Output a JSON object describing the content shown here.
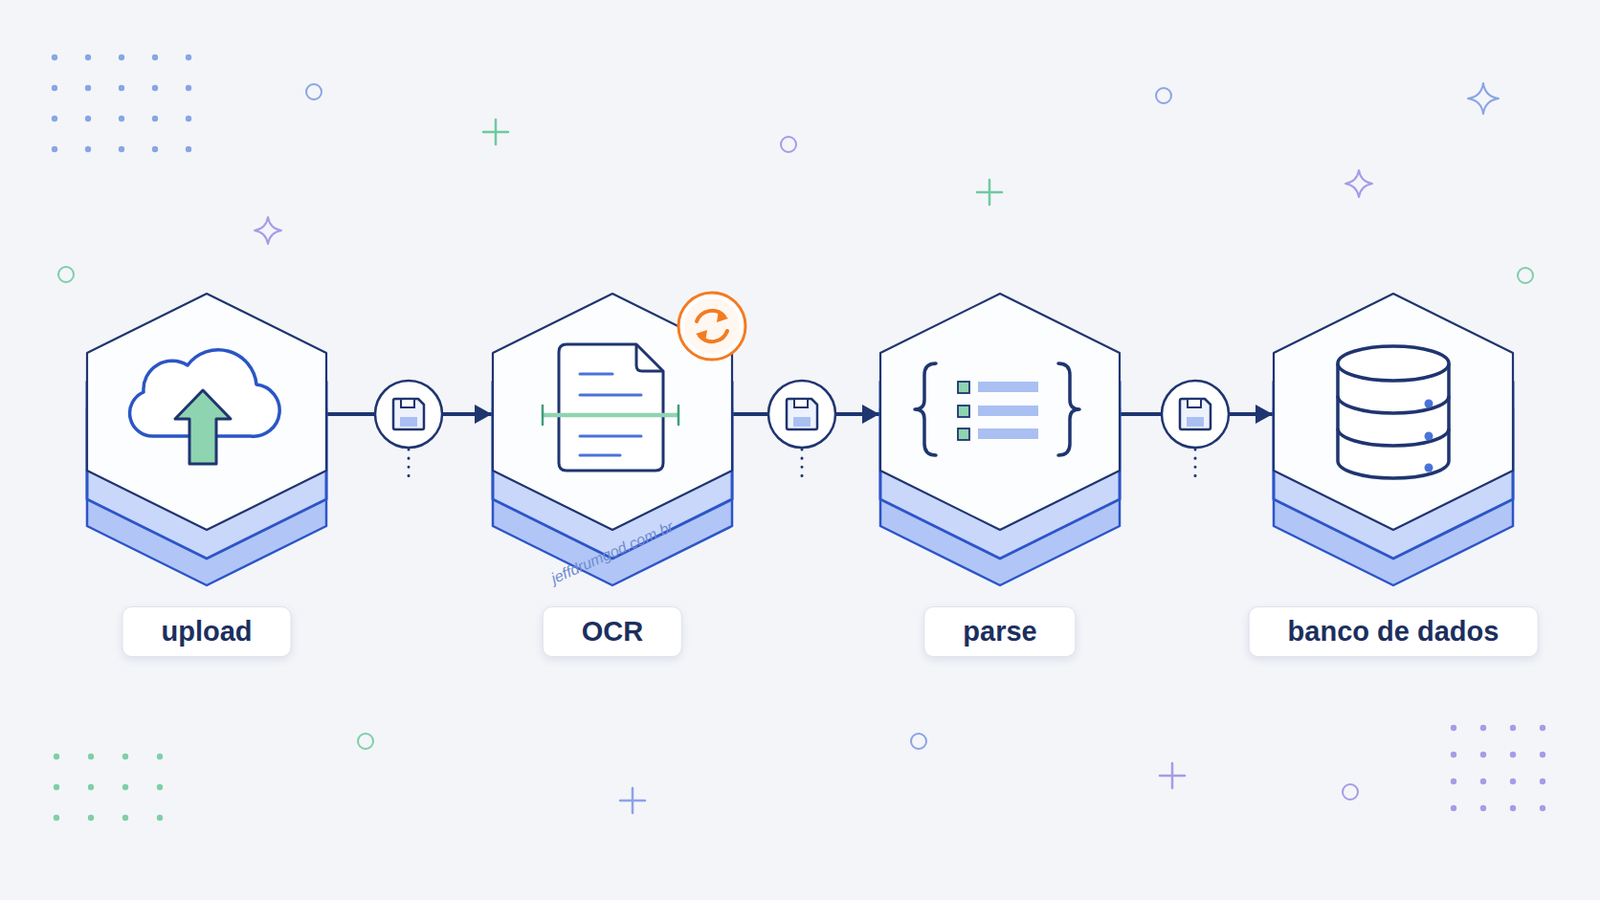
{
  "diagram": {
    "nodes": [
      {
        "text": [
          "upload"
        ]
      },
      {
        "text": [
          "OCR"
        ]
      },
      {
        "text": [
          "parse"
        ]
      },
      {
        "text": [
          "banco de dados"
        ]
      }
    ],
    "edges": [
      {
        "from": 0,
        "to": 1,
        "arrow": "to"
      },
      {
        "from": 1,
        "to": 2,
        "arrow": "to"
      },
      {
        "from": 2,
        "to": 3,
        "arrow": "to"
      }
    ],
    "labels": [
      "jeffdrumgod.com.br"
    ]
  }
}
